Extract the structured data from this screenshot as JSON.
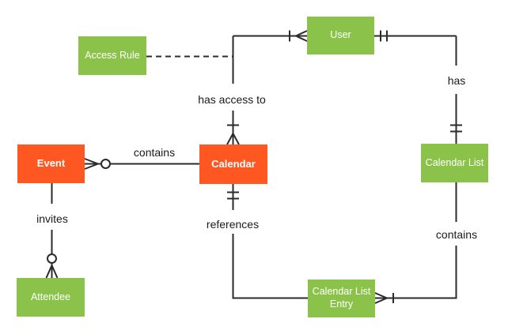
{
  "diagram_type": "entity-relationship (crow's foot notation)",
  "entities": {
    "access_rule": {
      "label": "Access Rule",
      "fill": "#8BC34A"
    },
    "user": {
      "label": "User",
      "fill": "#8BC34A"
    },
    "event": {
      "label": "Event",
      "fill": "#FF5722"
    },
    "calendar": {
      "label": "Calendar",
      "fill": "#FF5722"
    },
    "calendar_list": {
      "label": "Calendar List",
      "fill": "#8BC34A"
    },
    "attendee": {
      "label": "Attendee",
      "fill": "#8BC34A"
    },
    "calendar_list_entry": {
      "label": "Calendar List Entry",
      "fill": "#8BC34A"
    }
  },
  "relationships": {
    "has_access_to": {
      "label": "has access to",
      "from": "Calendar",
      "to": "User",
      "calendar_end": "one-or-many (bar + crow's foot)",
      "user_end": "one-or-many (bar + crow's foot)",
      "line_style": "solid"
    },
    "has": {
      "label": "has",
      "from": "User",
      "to": "Calendar List",
      "user_end": "one-and-only-one (double bar)",
      "calendar_list_end": "one-and-only-one (double bar)",
      "line_style": "solid"
    },
    "calendar_contains": {
      "label": "contains",
      "from": "Calendar",
      "to": "Event",
      "event_end": "zero-or-many (circle + crow's foot)",
      "line_style": "solid"
    },
    "invites": {
      "label": "invites",
      "from": "Event",
      "to": "Attendee",
      "attendee_end": "zero-or-many (circle + crow's foot)",
      "line_style": "solid"
    },
    "references": {
      "label": "references",
      "from": "Calendar",
      "to": "Calendar List Entry",
      "calendar_end": "one-and-only-one (double bar)",
      "line_style": "solid"
    },
    "list_contains": {
      "label": "contains",
      "from": "Calendar List",
      "to": "Calendar List Entry",
      "entry_end": "one-or-many (bar + crow's foot)",
      "line_style": "solid"
    },
    "access_rule_link": {
      "label": "",
      "from": "Access Rule",
      "to": "has access to relationship line",
      "line_style": "dashed"
    }
  },
  "colors": {
    "entity_green": "#8BC34A",
    "entity_orange": "#FF5722",
    "line": "#2b2b2b",
    "relationship_text": "#1a1a1a",
    "entity_text": "#ffffff",
    "background": "#ffffff"
  }
}
